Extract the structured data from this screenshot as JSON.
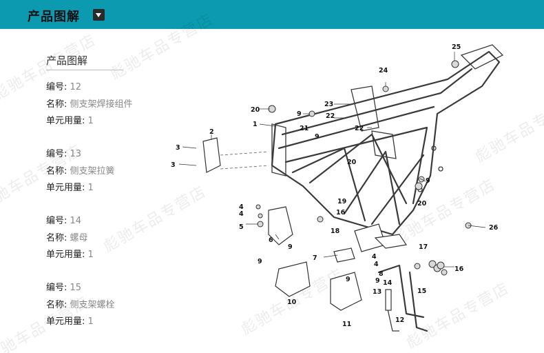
{
  "header": {
    "title": "产品图解"
  },
  "section": {
    "heading": "产品图解"
  },
  "labels": {
    "number": "编号:",
    "name": "名称:",
    "qty": "单元用量:"
  },
  "parts": [
    {
      "number": "12",
      "name": "侧支架焊接组件",
      "qty": "1"
    },
    {
      "number": "13",
      "name": "侧支架拉簧",
      "qty": "1"
    },
    {
      "number": "14",
      "name": "螺母",
      "qty": "1"
    },
    {
      "number": "15",
      "name": "侧支架螺栓",
      "qty": "1"
    }
  ],
  "watermark": {
    "text": "彪驰车品专营店"
  },
  "diagram": {
    "callouts": [
      "1",
      "2",
      "3",
      "3",
      "4",
      "4",
      "4",
      "4",
      "5",
      "6",
      "7",
      "8",
      "9",
      "9",
      "9",
      "9",
      "9",
      "9",
      "9",
      "10",
      "11",
      "12",
      "13",
      "14",
      "15",
      "16",
      "16",
      "17",
      "18",
      "19",
      "20",
      "20",
      "20",
      "21",
      "22",
      "22",
      "23",
      "24",
      "25",
      "26"
    ]
  }
}
